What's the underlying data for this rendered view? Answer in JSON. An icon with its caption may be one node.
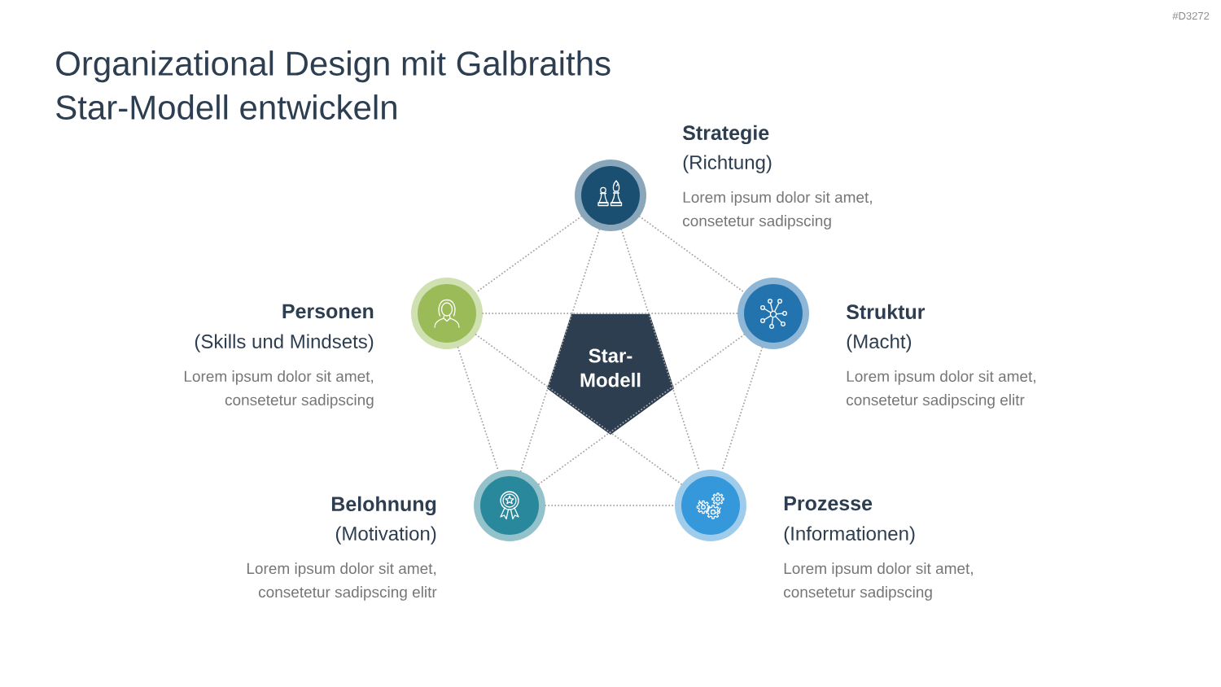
{
  "diagram": {
    "title": "Organizational Design mit Galbraiths Star-Modell entwickeln",
    "nodes": [
      {
        "text": [
          "Strategie",
          "(Richtung)",
          "Lorem ipsum dolor sit amet, consetetur sadipscing"
        ]
      },
      {
        "text": [
          "Personen",
          "(Skills und Mindsets)",
          "Lorem ipsum dolor sit amet, consetetur sadipscing"
        ]
      },
      {
        "text": [
          "Star-Modell"
        ]
      },
      {
        "text": [
          "Struktur",
          "(Macht)",
          "Lorem ipsum dolor sit amet, consetetur sadipscing elitr"
        ]
      },
      {
        "text": [
          "Belohnung",
          "(Motivation)",
          "Lorem ipsum dolor sit amet, consetetur sadipscing elitr"
        ]
      },
      {
        "text": [
          "Prozesse",
          "(Informationen)",
          "Lorem ipsum dolor sit amet, consetetur sadipscing"
        ]
      }
    ],
    "edges": [
      {
        "from": 0,
        "to": 1,
        "arrow": "none"
      },
      {
        "from": 0,
        "to": 3,
        "arrow": "none"
      },
      {
        "from": 0,
        "to": 4,
        "arrow": "none"
      },
      {
        "from": 0,
        "to": 5,
        "arrow": "none"
      },
      {
        "from": 1,
        "to": 3,
        "arrow": "none"
      },
      {
        "from": 1,
        "to": 4,
        "arrow": "none"
      },
      {
        "from": 1,
        "to": 5,
        "arrow": "none"
      },
      {
        "from": 3,
        "to": 4,
        "arrow": "none"
      },
      {
        "from": 3,
        "to": 5,
        "arrow": "none"
      },
      {
        "from": 4,
        "to": 5,
        "arrow": "none"
      }
    ],
    "labels": [
      "#D3272"
    ]
  }
}
